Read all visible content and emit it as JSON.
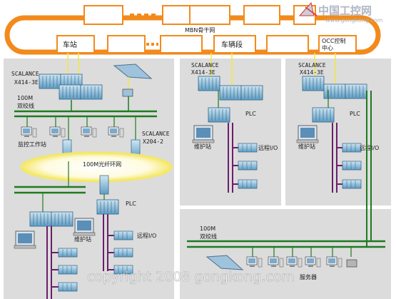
{
  "backbone": {
    "title": "MBN骨干网",
    "nodes": [
      "车站",
      "车辆段",
      "OCC控制中心"
    ]
  },
  "logo": {
    "cn": "中国工控网",
    "en": "www.gongkong.com"
  },
  "station": {
    "switch": "SCALANCE X414-3E",
    "cable": "100M 双绞线",
    "workstation": "监控工作站",
    "switch2": "SCALANCE X204-2",
    "ring": "100M光纤环网",
    "plc": "PLC",
    "maint": "维护站",
    "remote": "远程I/O"
  },
  "depot": {
    "switch": "SCALANCE X414-3E",
    "plc": "PLC",
    "maint": "维护站",
    "remote": "远程I/O"
  },
  "occ": {
    "switch": "SCALANCE X414-3E",
    "plc": "PLC",
    "maint": "维护站",
    "remote": "远程I/O",
    "cable": "100M 双绞线",
    "server": "服务器"
  },
  "watermark": "copyright 2008 gongkong.com",
  "colors": {
    "ring": "#f28a1c",
    "bus": "#1f7a1f",
    "io": "#6b1f6b",
    "yellowLink": "#f2e840",
    "panel": "#dcdcdc",
    "module": "#7fb4d4"
  }
}
